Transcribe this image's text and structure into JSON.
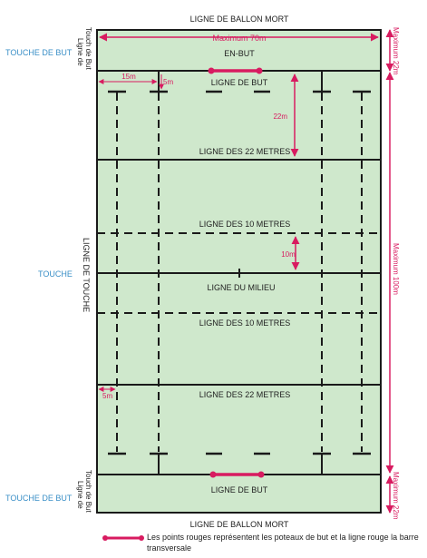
{
  "labels": {
    "dead_ball_line": "LIGNE DE BALLON MORT",
    "in_goal": "EN-BUT",
    "goal_line": "LIGNE DE BUT",
    "line_22": "LIGNE DES 22 METRES",
    "line_10": "LIGNE DES 10 METRES",
    "halfway": "LIGNE DU MILIEU",
    "touch_in_goal": "TOUCHE DE BUT",
    "touch": "TOUCHE",
    "touch_line": "LIGNE DE TOUCHE",
    "touch_in_goal_line_1": "Ligne de",
    "touch_in_goal_line_2": "Touch de But"
  },
  "dimensions": {
    "max_width": "Maximum 70m",
    "max_in_goal": "Maximum 22m",
    "max_length": "Maximum  100m",
    "d_15m": "15m",
    "d_5m": "5m",
    "d_22m": "22m",
    "d_10m": "10m"
  },
  "legend": {
    "text": "Les points rouges représentent les poteaux de but et la ligne rouge la barre  transversale"
  },
  "colors": {
    "field": "#cfe8cc",
    "line": "#1a1a1a",
    "accent": "#d81b60",
    "touch_label": "#3a8fc7"
  }
}
